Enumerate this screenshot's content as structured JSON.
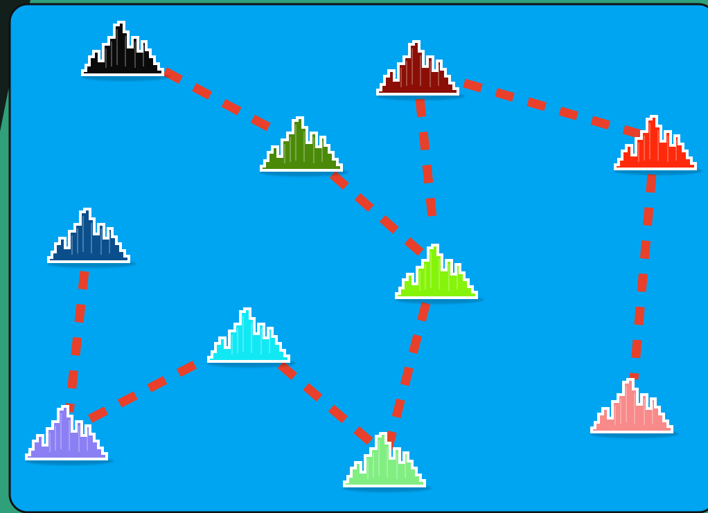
{
  "board": {
    "background_color": "#00a5f2",
    "outer_color": "#2fa07a",
    "route_color": "#e8402a",
    "outline_color": "#ffffff"
  },
  "cities": [
    {
      "id": "black",
      "color": "#0a0a0a"
    },
    {
      "id": "dark-red",
      "color": "#8b0f06"
    },
    {
      "id": "olive-green",
      "color": "#4b8a09"
    },
    {
      "id": "red",
      "color": "#ff2a0c"
    },
    {
      "id": "navy",
      "color": "#0a4f8c"
    },
    {
      "id": "lime",
      "color": "#86f40a"
    },
    {
      "id": "cyan",
      "color": "#12e8f4"
    },
    {
      "id": "periwinkle",
      "color": "#8a80f4"
    },
    {
      "id": "mint",
      "color": "#82ee82"
    },
    {
      "id": "pink",
      "color": "#f88a8a"
    }
  ],
  "routes": [
    [
      "black",
      "olive-green"
    ],
    [
      "olive-green",
      "lime"
    ],
    [
      "dark-red",
      "lime"
    ],
    [
      "dark-red",
      "red"
    ],
    [
      "red",
      "pink"
    ],
    [
      "navy",
      "periwinkle"
    ],
    [
      "periwinkle",
      "cyan"
    ],
    [
      "cyan",
      "mint"
    ],
    [
      "lime",
      "mint"
    ]
  ]
}
